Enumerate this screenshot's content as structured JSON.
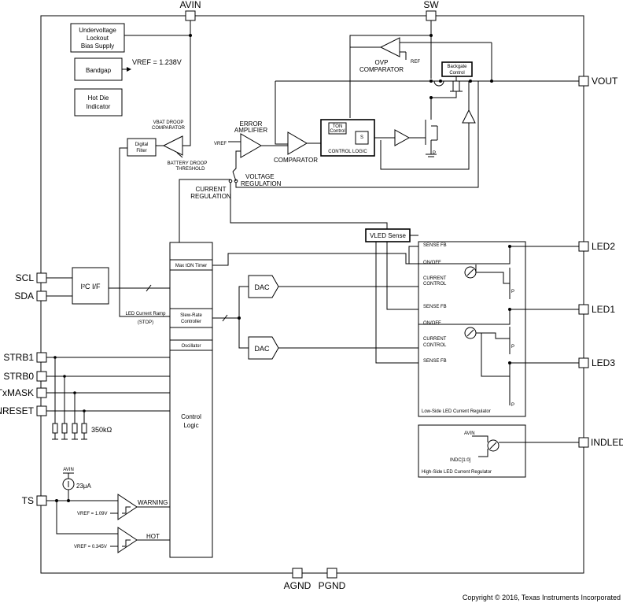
{
  "pins": {
    "avin": "AVIN",
    "sw": "SW",
    "vout": "VOUT",
    "led2": "LED2",
    "led1": "LED1",
    "led3": "LED3",
    "indled": "INDLED",
    "scl": "SCL",
    "sda": "SDA",
    "strb1": "STRB1",
    "strb0": "STRB0",
    "txmask": "TxMASK",
    "nreset": "NRESET",
    "ts": "TS",
    "agnd": "AGND",
    "pgnd": "PGND"
  },
  "blocks": {
    "uvlo": [
      "Undervoltage",
      "Lockout",
      "Bias Supply"
    ],
    "bandgap": "Bandgap",
    "vref_label": "VREF = 1.238V",
    "hot_die": [
      "Hot Die",
      "Indicator"
    ],
    "ovp": [
      "OVP",
      "COMPARATOR"
    ],
    "ref": "REF",
    "backgate": [
      "Backgate",
      "Control"
    ],
    "vbat_droop": [
      "VBAT DROOP",
      "COMPARATOR"
    ],
    "digital_filter": [
      "Digital",
      "Filter"
    ],
    "battery_droop": [
      "BATTERY DROOP",
      "THRESHOLD"
    ],
    "error_amp": [
      "ERROR",
      "AMPLIFIER"
    ],
    "vref_short": "VREF",
    "comparator": "COMPARATOR",
    "ton_control": [
      "TON",
      "Control"
    ],
    "control_logic_top": "CONTROL LOGIC",
    "voltage_reg": [
      "VOLTAGE",
      "REGULATION"
    ],
    "current_reg": [
      "CURRENT",
      "REGULATION"
    ],
    "vled_sense": "VLED Sense",
    "i2c": "I²C I/F",
    "led_ramp": [
      "LED Current Ramp",
      "(STOP)"
    ],
    "max_timer": "Max tON Timer",
    "slew_rate": [
      "Slew-Rate",
      "Controller"
    ],
    "oscillator": "Oscillator",
    "control_logic": [
      "Control",
      "Logic"
    ],
    "dac": "DAC",
    "sense_fb": "SENSE FB",
    "on_off": "ON/OFF",
    "current_control": [
      "CURRENT",
      "CONTROL"
    ],
    "low_side": "Low-Side LED Current Regulator",
    "high_side": "High-Side LED Current Regulator",
    "indc": "INDC[1:0]",
    "resistor": "350kΩ",
    "current_source": "23μA",
    "warning": "WARNING",
    "hot": "HOT",
    "vref_109": "VREF = 1.09V",
    "vref_0345": "VREF = 0.345V",
    "p_mark": "P"
  },
  "footer": {
    "copyright": "Copyright © 2016, Texas Instruments Incorporated"
  }
}
